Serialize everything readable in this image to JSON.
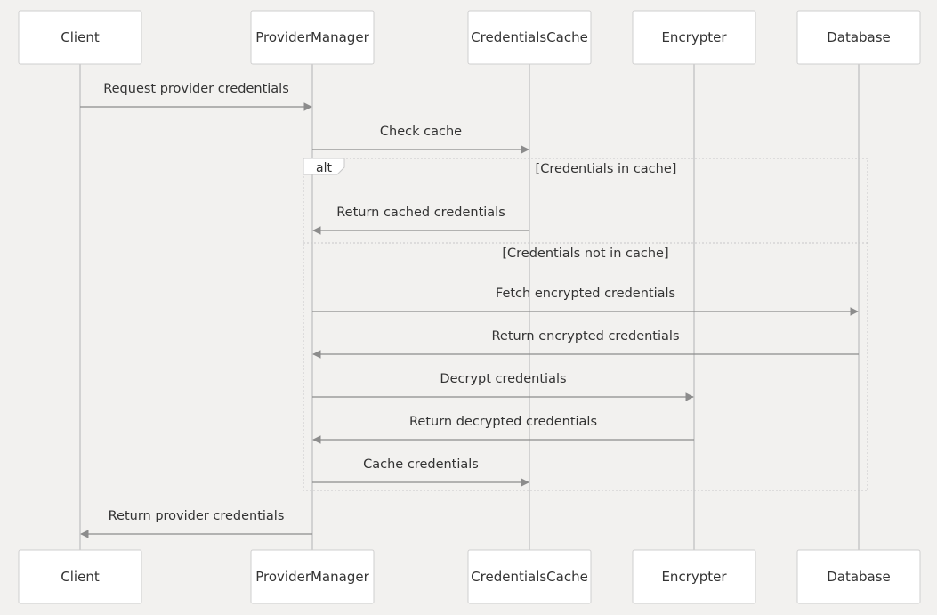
{
  "participants": [
    "Client",
    "ProviderManager",
    "CredentialsCache",
    "Encrypter",
    "Database"
  ],
  "messages": [
    {
      "from": "Client",
      "to": "ProviderManager",
      "label": "Request provider credentials"
    },
    {
      "from": "ProviderManager",
      "to": "CredentialsCache",
      "label": "Check cache"
    },
    {
      "from": "CredentialsCache",
      "to": "ProviderManager",
      "label": "Return cached credentials"
    },
    {
      "from": "ProviderManager",
      "to": "Database",
      "label": "Fetch encrypted credentials"
    },
    {
      "from": "Database",
      "to": "ProviderManager",
      "label": "Return encrypted credentials"
    },
    {
      "from": "ProviderManager",
      "to": "Encrypter",
      "label": "Decrypt credentials"
    },
    {
      "from": "Encrypter",
      "to": "ProviderManager",
      "label": "Return decrypted credentials"
    },
    {
      "from": "ProviderManager",
      "to": "CredentialsCache",
      "label": "Cache credentials"
    },
    {
      "from": "ProviderManager",
      "to": "Client",
      "label": "Return provider credentials"
    }
  ],
  "fragment": {
    "keyword": "alt",
    "sections": [
      {
        "condition": "[Credentials in cache]"
      },
      {
        "condition": "[Credentials not in cache]"
      }
    ]
  }
}
